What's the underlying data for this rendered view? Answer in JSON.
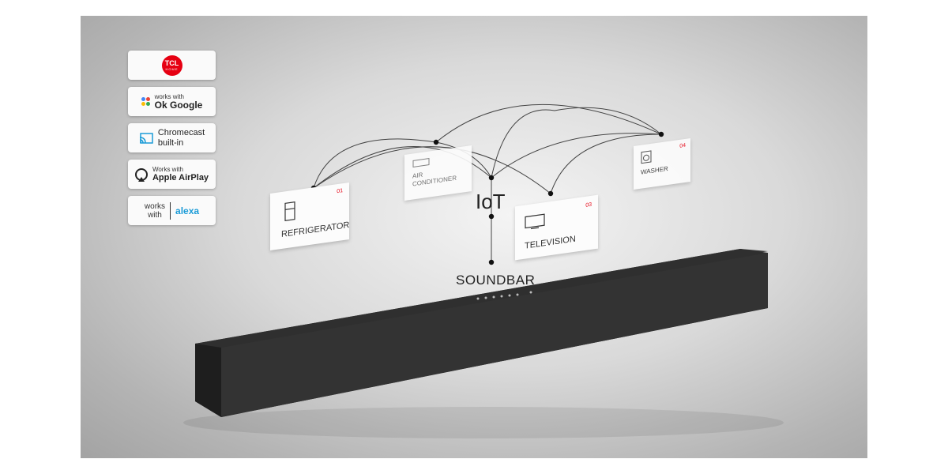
{
  "badges": {
    "tcl": {
      "brand": "TCL",
      "sub": "HOME"
    },
    "google": {
      "line1": "works with",
      "line2": "Ok Google"
    },
    "chromecast": {
      "line1": "Chromecast",
      "line2": "built-in"
    },
    "airplay": {
      "line1": "Works with",
      "line2": "Apple AirPlay"
    },
    "alexa": {
      "line1": "works",
      "line2": "with",
      "brand": "alexa"
    }
  },
  "devices": {
    "refrigerator": {
      "label": "REFRIGERATOR",
      "num": "01"
    },
    "air_conditioner": {
      "label_line1": "AIR",
      "label_line2": "CONDITIONER"
    },
    "television": {
      "label": "TELEVISION",
      "num": "03"
    },
    "washer": {
      "label": "WASHER",
      "num": "04"
    }
  },
  "hub": {
    "label": "IoT"
  },
  "soundbar": {
    "label": "SOUNDBAR"
  },
  "colors": {
    "accent": "#e60012",
    "alexa": "#1a9bd7"
  },
  "icons": [
    "tcl-logo-icon",
    "google-assistant-icon",
    "chromecast-icon",
    "airplay-icon",
    "refrigerator-icon",
    "air-conditioner-icon",
    "television-icon",
    "washer-icon"
  ]
}
